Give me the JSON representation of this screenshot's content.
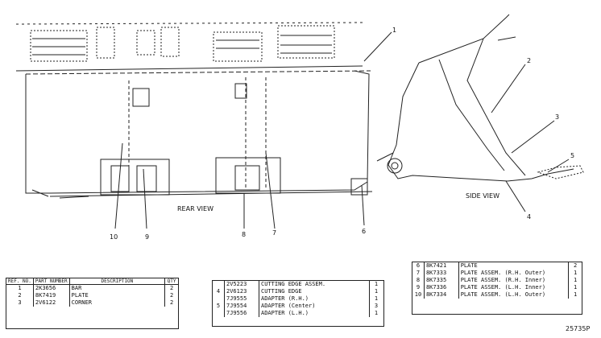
{
  "rear_view": {
    "label": "REAR VIEW",
    "callouts": [
      "10",
      "9",
      "8",
      "7",
      "6"
    ]
  },
  "side_view": {
    "label": "SIDE VIEW",
    "callouts": [
      "1",
      "2",
      "3",
      "4",
      "5"
    ]
  },
  "parts_table_1": {
    "header": {
      "ref": "REF. NO.",
      "part": "PART NUMBER",
      "desc": "DESCRIPTION",
      "qty": "QTY"
    },
    "rows": [
      {
        "ref": "1",
        "part": "2K3656",
        "desc": "BAR",
        "qty": "2"
      },
      {
        "ref": "2",
        "part": "8K7419",
        "desc": "PLATE",
        "qty": "2"
      },
      {
        "ref": "3",
        "part": "2V6122",
        "desc": "CORNER",
        "qty": "2"
      }
    ]
  },
  "parts_table_2": {
    "rows": [
      {
        "ref": "",
        "part": "2V5223",
        "desc": "CUTTING EDGE ASSEM.",
        "qty": "1"
      },
      {
        "ref": "4",
        "part": "2V6123",
        "desc": "CUTTING EDGE",
        "qty": "1"
      },
      {
        "ref": "",
        "part": "7J9555",
        "desc": "ADAPTER (R.H.)",
        "qty": "1"
      },
      {
        "ref": "5",
        "part": "7J9554",
        "desc": "ADAPTER (Center)",
        "qty": "3"
      },
      {
        "ref": "",
        "part": "7J9556",
        "desc": "ADAPTER (L.H.)",
        "qty": "1"
      }
    ]
  },
  "parts_table_3": {
    "rows": [
      {
        "ref": "6",
        "part": "8K7421",
        "desc": "PLATE",
        "qty": "2"
      },
      {
        "ref": "7",
        "part": "8K7333",
        "desc": "PLATE ASSEM. (R.H. Outer)",
        "qty": "1"
      },
      {
        "ref": "8",
        "part": "8K7335",
        "desc": "PLATE ASSEM. (R.H. Inner)",
        "qty": "1"
      },
      {
        "ref": "9",
        "part": "8K7336",
        "desc": "PLATE ASSEM. (L.H. Inner)",
        "qty": "1"
      },
      {
        "ref": "10",
        "part": "8K7334",
        "desc": "PLATE ASSEM. (L.H. Outer)",
        "qty": "1"
      }
    ]
  },
  "figure_number": "25735P"
}
